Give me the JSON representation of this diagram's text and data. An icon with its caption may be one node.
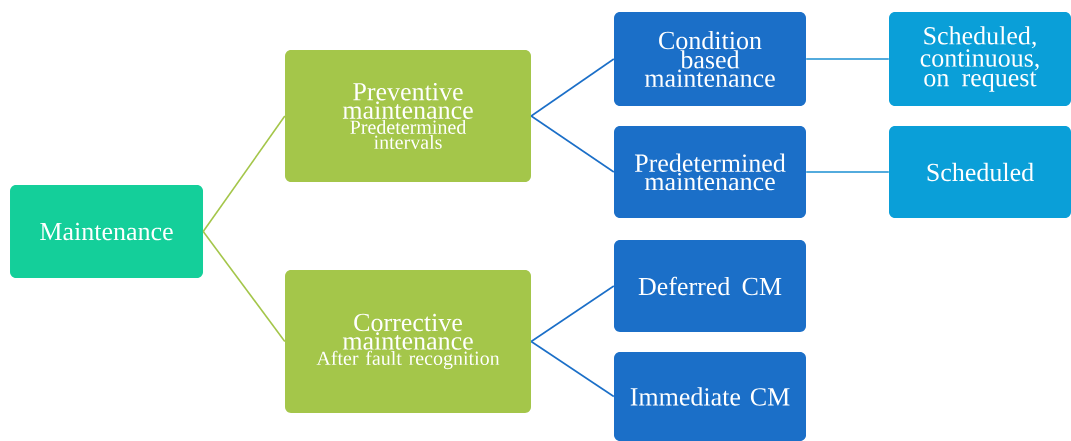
{
  "diagram": {
    "nodes": [
      {
        "text": [
          "Maintenance"
        ]
      },
      {
        "text": [
          "Preventive maintenance",
          "Predetermined intervals"
        ]
      },
      {
        "text": [
          "Corrective maintenance",
          "After fault recognition"
        ]
      },
      {
        "text": [
          "Condition based maintenance"
        ]
      },
      {
        "text": [
          "Predetermined maintenance"
        ]
      },
      {
        "text": [
          "Deferred CM"
        ]
      },
      {
        "text": [
          "Immediate CM"
        ]
      },
      {
        "text": [
          "Scheduled, continuous, on request"
        ]
      },
      {
        "text": [
          "Scheduled"
        ]
      }
    ],
    "edges": [
      {
        "from": 0,
        "to": 1,
        "arrow": "none",
        "color": "#a4c64a"
      },
      {
        "from": 0,
        "to": 2,
        "arrow": "none",
        "color": "#a4c64a"
      },
      {
        "from": 1,
        "to": 3,
        "arrow": "none"
      },
      {
        "from": 1,
        "to": 4,
        "arrow": "none"
      },
      {
        "from": 2,
        "to": 5,
        "arrow": "none"
      },
      {
        "from": 2,
        "to": 6,
        "arrow": "none"
      },
      {
        "from": 3,
        "to": 7,
        "arrow": "none",
        "color": "#1a8fd2"
      },
      {
        "from": 4,
        "to": 8,
        "arrow": "none",
        "color": "#1a8fd2"
      }
    ]
  }
}
